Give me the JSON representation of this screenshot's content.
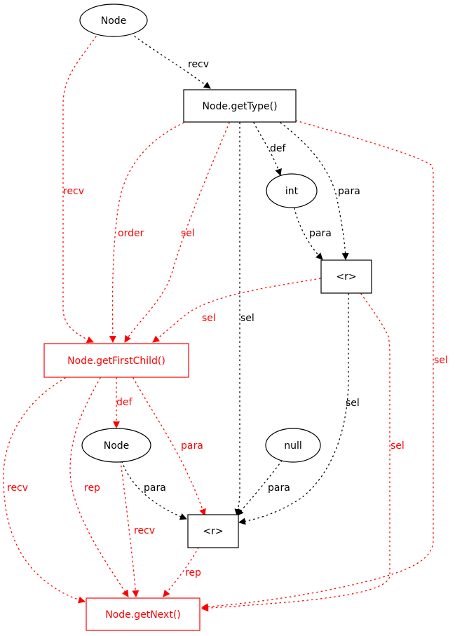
{
  "colors": {
    "normal": "#000000",
    "highlight": "#ff0000"
  },
  "nodes": {
    "node_top": {
      "label": "Node",
      "shape": "ellipse",
      "color": "#000000"
    },
    "get_type": {
      "label": "Node.getType()",
      "shape": "box",
      "color": "#000000"
    },
    "int": {
      "label": "int",
      "shape": "ellipse",
      "color": "#000000"
    },
    "r_top": {
      "label": "<r>",
      "shape": "box",
      "color": "#000000"
    },
    "get_first_child": {
      "label": "Node.getFirstChild()",
      "shape": "box",
      "color": "#ff0000"
    },
    "node_mid": {
      "label": "Node",
      "shape": "ellipse",
      "color": "#000000"
    },
    "null": {
      "label": "null",
      "shape": "ellipse",
      "color": "#000000"
    },
    "r_bottom": {
      "label": "<r>",
      "shape": "box",
      "color": "#000000"
    },
    "get_next": {
      "label": "Node.getNext()",
      "shape": "box",
      "color": "#ff0000"
    }
  },
  "edges": [
    {
      "id": "e1",
      "from": "node_top",
      "to": "get_type",
      "label": "recv",
      "color": "#000000"
    },
    {
      "id": "e2",
      "from": "node_top",
      "to": "get_first_child",
      "label": "recv",
      "color": "#ff0000"
    },
    {
      "id": "e3",
      "from": "get_type",
      "to": "get_first_child",
      "label": "order",
      "color": "#ff0000"
    },
    {
      "id": "e4",
      "from": "get_type",
      "to": "get_first_child",
      "label": "sel",
      "color": "#ff0000"
    },
    {
      "id": "e5",
      "from": "get_type",
      "to": "r_bottom",
      "label": "sel",
      "color": "#000000"
    },
    {
      "id": "e6",
      "from": "get_type",
      "to": "int",
      "label": "def",
      "color": "#000000"
    },
    {
      "id": "e7",
      "from": "get_type",
      "to": "r_top",
      "label": "para",
      "color": "#000000"
    },
    {
      "id": "e8",
      "from": "get_type",
      "to": "get_next",
      "label": "sel",
      "color": "#ff0000"
    },
    {
      "id": "e9",
      "from": "int",
      "to": "r_top",
      "label": "para",
      "color": "#000000"
    },
    {
      "id": "e10",
      "from": "r_top",
      "to": "get_first_child",
      "label": "sel",
      "color": "#ff0000"
    },
    {
      "id": "e11",
      "from": "r_top",
      "to": "r_bottom",
      "label": "sel",
      "color": "#000000"
    },
    {
      "id": "e12",
      "from": "r_top",
      "to": "get_next",
      "label": "sel",
      "color": "#ff0000"
    },
    {
      "id": "e13",
      "from": "get_first_child",
      "to": "node_mid",
      "label": "def",
      "color": "#ff0000"
    },
    {
      "id": "e14",
      "from": "get_first_child",
      "to": "r_bottom",
      "label": "para",
      "color": "#ff0000"
    },
    {
      "id": "e15",
      "from": "get_first_child",
      "to": "get_next",
      "label": "recv",
      "color": "#ff0000"
    },
    {
      "id": "e16",
      "from": "get_first_child",
      "to": "get_next",
      "label": "rep",
      "color": "#ff0000"
    },
    {
      "id": "e17",
      "from": "node_mid",
      "to": "r_bottom",
      "label": "para",
      "color": "#000000"
    },
    {
      "id": "e18",
      "from": "node_mid",
      "to": "get_next",
      "label": "recv",
      "color": "#ff0000"
    },
    {
      "id": "e19",
      "from": "null",
      "to": "r_bottom",
      "label": "para",
      "color": "#000000"
    },
    {
      "id": "e20",
      "from": "r_bottom",
      "to": "get_next",
      "label": "rep",
      "color": "#ff0000"
    }
  ]
}
